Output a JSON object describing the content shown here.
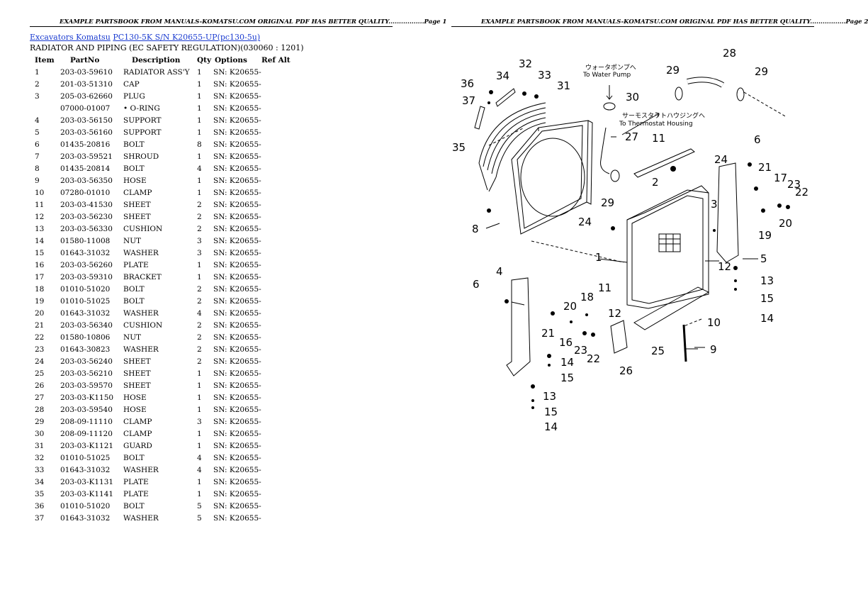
{
  "header": {
    "page1": "EXAMPLE PARTSBOOK FROM MANUALS-KOMATSU.COM ORIGINAL PDF HAS BETTER QUALITY.................Page 1",
    "page2": "EXAMPLE PARTSBOOK FROM MANUALS-KOMATSU.COM ORIGINAL PDF HAS BETTER QUALITY.................Page 2"
  },
  "breadcrumb": {
    "link1": "Excavators Komatsu",
    "link2": "PC130-5K S/N K20655-UP(pc130-5u)"
  },
  "section_title": "RADIATOR AND PIPING (EC SAFETY REGULATION)(030060 : 1201)",
  "table": {
    "headers": [
      "Item",
      "PartNo",
      "Description",
      "Qty",
      "Options",
      "Ref Alt"
    ],
    "rows": [
      [
        "1",
        "203-03-59610",
        "RADIATOR ASS'Y",
        "1",
        "SN: K20655-",
        ""
      ],
      [
        "2",
        "201-03-51310",
        "CAP",
        "1",
        "SN: K20655-",
        ""
      ],
      [
        "3",
        "205-03-62660",
        "PLUG",
        "1",
        "SN: K20655-",
        ""
      ],
      [
        "",
        "07000-01007",
        "• O-RING",
        "1",
        "SN: K20655-",
        ""
      ],
      [
        "4",
        "203-03-56150",
        "SUPPORT",
        "1",
        "SN: K20655-",
        ""
      ],
      [
        "5",
        "203-03-56160",
        "SUPPORT",
        "1",
        "SN: K20655-",
        ""
      ],
      [
        "6",
        "01435-20816",
        "BOLT",
        "8",
        "SN: K20655-",
        ""
      ],
      [
        "7",
        "203-03-59521",
        "SHROUD",
        "1",
        "SN: K20655-",
        ""
      ],
      [
        "8",
        "01435-20814",
        "BOLT",
        "4",
        "SN: K20655-",
        ""
      ],
      [
        "9",
        "203-03-56350",
        "HOSE",
        "1",
        "SN: K20655-",
        ""
      ],
      [
        "10",
        "07280-01010",
        "CLAMP",
        "1",
        "SN: K20655-",
        ""
      ],
      [
        "11",
        "203-03-41530",
        "SHEET",
        "2",
        "SN: K20655-",
        ""
      ],
      [
        "12",
        "203-03-56230",
        "SHEET",
        "2",
        "SN: K20655-",
        ""
      ],
      [
        "13",
        "203-03-56330",
        "CUSHION",
        "2",
        "SN: K20655-",
        ""
      ],
      [
        "14",
        "01580-11008",
        "NUT",
        "3",
        "SN: K20655-",
        ""
      ],
      [
        "15",
        "01643-31032",
        "WASHER",
        "3",
        "SN: K20655-",
        ""
      ],
      [
        "16",
        "203-03-56260",
        "PLATE",
        "1",
        "SN: K20655-",
        ""
      ],
      [
        "17",
        "203-03-59310",
        "BRACKET",
        "1",
        "SN: K20655-",
        ""
      ],
      [
        "18",
        "01010-51020",
        "BOLT",
        "2",
        "SN: K20655-",
        ""
      ],
      [
        "19",
        "01010-51025",
        "BOLT",
        "2",
        "SN: K20655-",
        ""
      ],
      [
        "20",
        "01643-31032",
        "WASHER",
        "4",
        "SN: K20655-",
        ""
      ],
      [
        "21",
        "203-03-56340",
        "CUSHION",
        "2",
        "SN: K20655-",
        ""
      ],
      [
        "22",
        "01580-10806",
        "NUT",
        "2",
        "SN: K20655-",
        ""
      ],
      [
        "23",
        "01643-30823",
        "WASHER",
        "2",
        "SN: K20655-",
        ""
      ],
      [
        "24",
        "203-03-56240",
        "SHEET",
        "2",
        "SN: K20655-",
        ""
      ],
      [
        "25",
        "203-03-56210",
        "SHEET",
        "1",
        "SN: K20655-",
        ""
      ],
      [
        "26",
        "203-03-59570",
        "SHEET",
        "1",
        "SN: K20655-",
        ""
      ],
      [
        "27",
        "203-03-K1150",
        "HOSE",
        "1",
        "SN: K20655-",
        ""
      ],
      [
        "28",
        "203-03-59540",
        "HOSE",
        "1",
        "SN: K20655-",
        ""
      ],
      [
        "29",
        "208-09-11110",
        "CLAMP",
        "3",
        "SN: K20655-",
        ""
      ],
      [
        "30",
        "208-09-11120",
        "CLAMP",
        "1",
        "SN: K20655-",
        ""
      ],
      [
        "31",
        "203-03-K1121",
        "GUARD",
        "1",
        "SN: K20655-",
        ""
      ],
      [
        "32",
        "01010-51025",
        "BOLT",
        "4",
        "SN: K20655-",
        ""
      ],
      [
        "33",
        "01643-31032",
        "WASHER",
        "4",
        "SN: K20655-",
        ""
      ],
      [
        "34",
        "203-03-K1131",
        "PLATE",
        "1",
        "SN: K20655-",
        ""
      ],
      [
        "35",
        "203-03-K1141",
        "PLATE",
        "1",
        "SN: K20655-",
        ""
      ],
      [
        "36",
        "01010-51020",
        "BOLT",
        "5",
        "SN: K20655-",
        ""
      ],
      [
        "37",
        "01643-31032",
        "WASHER",
        "5",
        "SN: K20655-",
        ""
      ]
    ]
  },
  "diagram": {
    "callouts": [
      "1",
      "2",
      "3",
      "4",
      "5",
      "6",
      "6",
      "8",
      "9",
      "10",
      "11",
      "11",
      "12",
      "12",
      "13",
      "13",
      "14",
      "14",
      "14",
      "15",
      "15",
      "15",
      "16",
      "17",
      "18",
      "19",
      "20",
      "20",
      "21",
      "21",
      "22",
      "22",
      "23",
      "23",
      "24",
      "24",
      "25",
      "26",
      "27",
      "28",
      "29",
      "29",
      "29",
      "30",
      "31",
      "32",
      "33",
      "34",
      "35",
      "36",
      "37"
    ],
    "note_water_jp": "ウォータポンプへ",
    "note_water_en": "To Water Pump",
    "note_thermo_jp": "サーモスタットハウジングへ",
    "note_thermo_en": "To Thermostat Housing"
  }
}
